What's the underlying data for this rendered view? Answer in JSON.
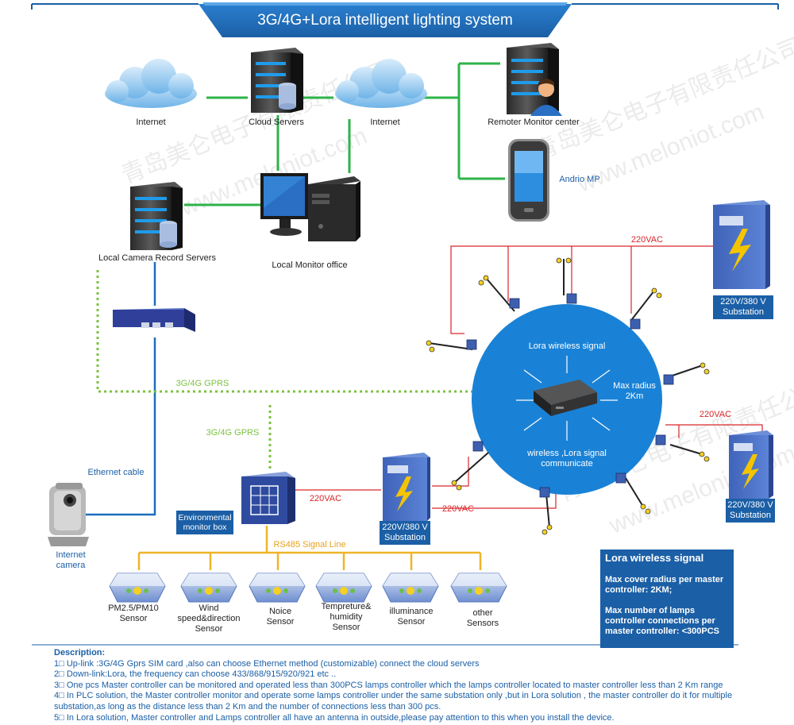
{
  "title": "3G/4G+Lora intelligent lighting system",
  "labels": {
    "internet_left": "Internet",
    "cloud_servers": "Cloud Servers",
    "internet_right": "Internet",
    "remote_center": "Remoter Monitor center",
    "android_mp": "Andrio MP",
    "local_camera_servers": "Local Camera Record Servers",
    "local_monitor_office": "Local Monitor office",
    "gprs_1": "3G/4G GPRS",
    "gprs_2": "3G/4G GPRS",
    "ethernet_cable": "Ethernet cable",
    "internet_camera": "Internet\ncamera",
    "env_box": "Environmental monitor box",
    "rs485": "RS485 Signal Line",
    "vac_top": "220VAC",
    "vac_mid": "220VAC",
    "vac_bottom": "220VAC",
    "vac_right": "220VAC",
    "substation_1": "220V/380 V\nSubstation",
    "substation_2": "220V/380 V\nSubstation",
    "substation_3": "220V/380 V\nSubstation",
    "lora_signal": "Lora wireless signal",
    "max_radius": "Max radius\n2Km",
    "wireless_comm": "wireless ,Lora signal\ncommunicate"
  },
  "sensors": [
    {
      "label": "PM2.5/PM10\nSensor"
    },
    {
      "label": "Wind\nspeed&direction\nSensor"
    },
    {
      "label": "Noice\nSensor"
    },
    {
      "label": "Tempreture&\nhumidity\nSensor"
    },
    {
      "label": "illuminance\nSensor"
    },
    {
      "label": "other\nSensors"
    }
  ],
  "info_box": {
    "header": "Lora wireless signal",
    "body": "Max cover radius per master controller: 2KM;\n\nMax number of lamps controller connections per master controller: <300PCS"
  },
  "description": {
    "header": "Description:",
    "items": [
      "1□  Up-link :3G/4G Gprs SIM card ,also can choose Ethernet method (customizable) connect the cloud servers",
      "2□  Down-link:Lora, the frequency can choose 433/868/915/920/921 etc ..",
      "3□  One pcs Master controller can be monitored and operated less than 300PCS lamps controller which the lamps controller located to master controller less than 2 Km range",
      "4□  In PLC solution, the Master controller monitor and operate some lamps controller under the same substation only ,but in Lora solution , the master controller do it for multiple substation,as long as the distance less than 2 Km and the number of connections less than 300 pcs.",
      "5□  In Lora solution, Master controller and Lamps controller all have an antenna  in outside,please pay attention to this when you install the device."
    ]
  },
  "watermark": {
    "company": "青岛美仑电子有限责任公司",
    "url": "www.meloniot.com"
  },
  "colors": {
    "blue": "#1b5fa6",
    "green_line": "#2eb34a",
    "dotted_green": "#7dc241",
    "red_line": "#d9262b",
    "orange_line": "#f0b429",
    "circle": "#1a82d6"
  }
}
